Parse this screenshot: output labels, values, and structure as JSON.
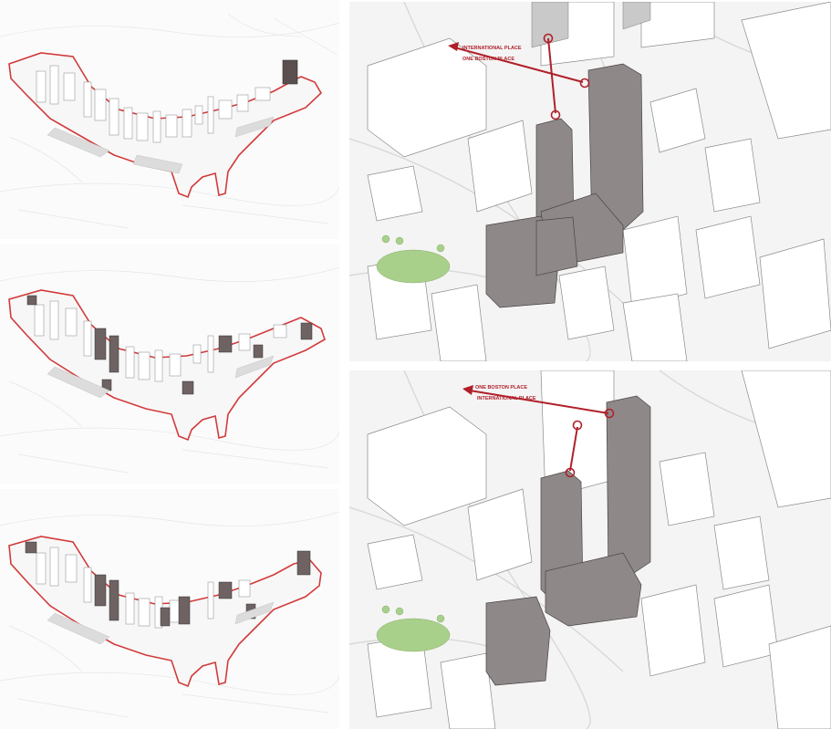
{
  "diagrams": {
    "top": {
      "label_a": "INTERNATIONAL PLACE",
      "label_b": "ONE BOSTON PLACE"
    },
    "bottom": {
      "label_a": "ONE BOSTON PLACE",
      "label_b": "INTERNATIONAL PLACE"
    }
  },
  "colors": {
    "boundary": "#d23a3a",
    "sightline": "#b0202a",
    "proposed_building": "#8e8888",
    "highlight_building": "#6a5a5a",
    "park": "#9cc27a"
  }
}
